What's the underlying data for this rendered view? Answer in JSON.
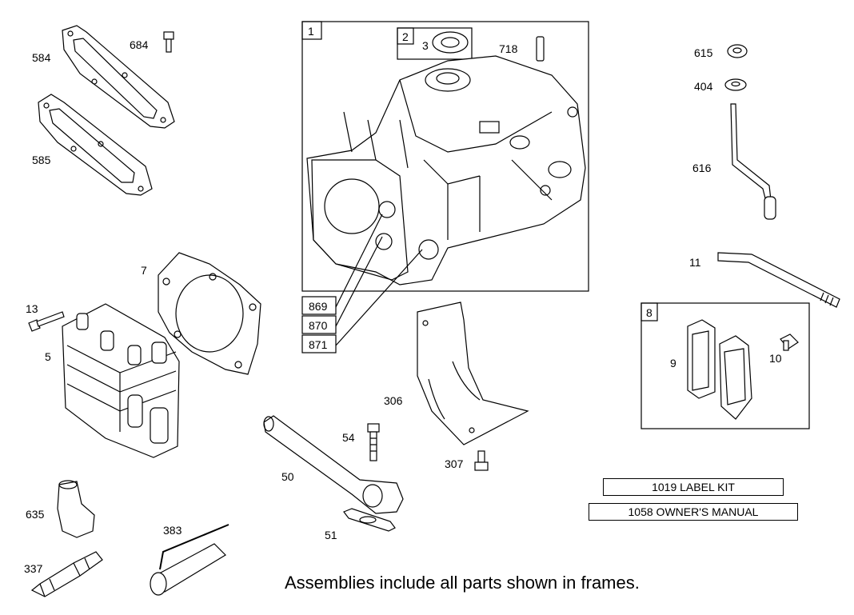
{
  "callouts": {
    "c584": "584",
    "c684": "684",
    "c585": "585",
    "c1": "1",
    "c2": "2",
    "c3": "3",
    "c718": "718",
    "c615": "615",
    "c404": "404",
    "c616": "616",
    "c11": "11",
    "c7": "7",
    "c13": "13",
    "c5": "5",
    "c869": "869",
    "c870": "870",
    "c871": "871",
    "c306": "306",
    "c8": "8",
    "c9": "9",
    "c10": "10",
    "c54": "54",
    "c307": "307",
    "c50": "50",
    "c51": "51",
    "c635": "635",
    "c383": "383",
    "c337": "337"
  },
  "kits": {
    "label_kit": "1019 LABEL KIT",
    "owners_manual": "1058 OWNER'S MANUAL"
  },
  "caption": "Assemblies include all parts shown in frames."
}
